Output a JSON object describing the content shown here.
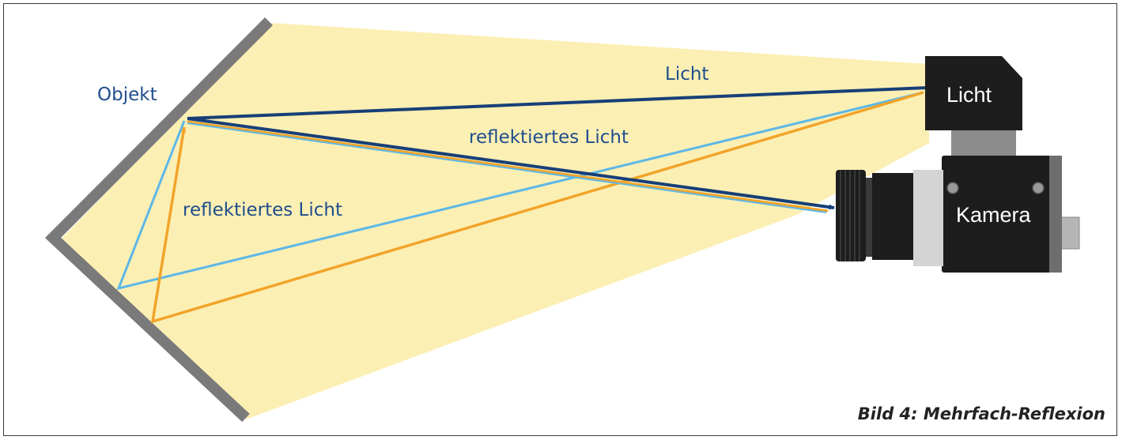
{
  "labels": {
    "object": "Objekt",
    "light_ray": "Licht",
    "reflected_upper": "reflektiertes Licht",
    "reflected_lower": "reflektiertes Licht",
    "light_unit": "Licht",
    "camera": "Kamera"
  },
  "caption": "Bild 4: Mehrfach-Reflexion",
  "colors": {
    "light_cone": "#fcefb4",
    "wall": "#7a7a7a",
    "ray_light": "#173f78",
    "ray_orange": "#f2a42a",
    "ray_cyan": "#5cb8e6",
    "device": "#1d1d1d",
    "label_blue": "#1f4e8c"
  }
}
